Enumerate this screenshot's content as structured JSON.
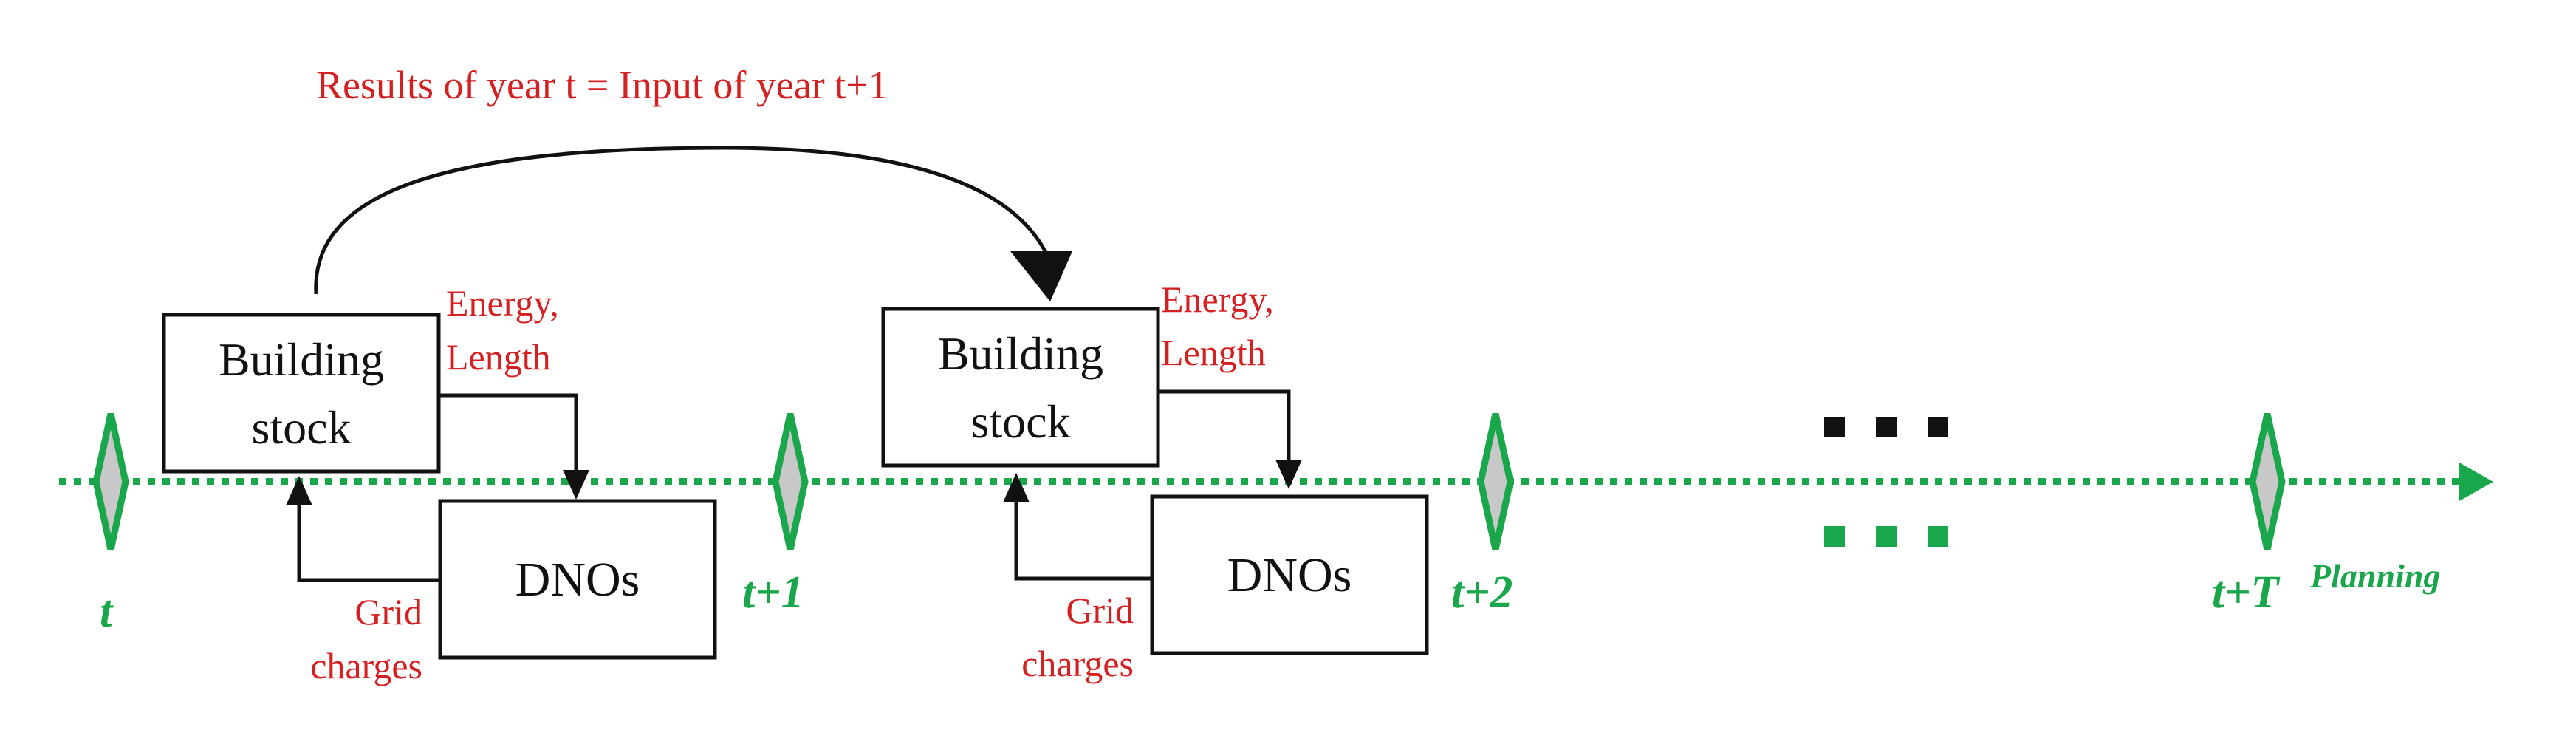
{
  "colors": {
    "timeline": "#1aa64a",
    "annotation": "#d42020",
    "box_stroke": "#111111",
    "diamond_fill": "#c8c8c8"
  },
  "top_annotation": "Results of year t = Input of year t+1",
  "periods": [
    {
      "building_stock": [
        "Building",
        "stock"
      ],
      "dnos": "DNOs",
      "up_label": [
        "Energy,",
        "Length"
      ],
      "down_label": [
        "Grid",
        "charges"
      ]
    },
    {
      "building_stock": [
        "Building",
        "stock"
      ],
      "dnos": "DNOs",
      "up_label": [
        "Energy,",
        "Length"
      ],
      "down_label": [
        "Grid",
        "charges"
      ]
    }
  ],
  "ticks": [
    {
      "label": "t"
    },
    {
      "label": "t+1"
    },
    {
      "label": "t+2"
    },
    {
      "label": "t+T",
      "superscript": "Planning"
    }
  ],
  "ellipsis": {
    "black": "■ ■ ■",
    "green": "■ ■ ■"
  }
}
